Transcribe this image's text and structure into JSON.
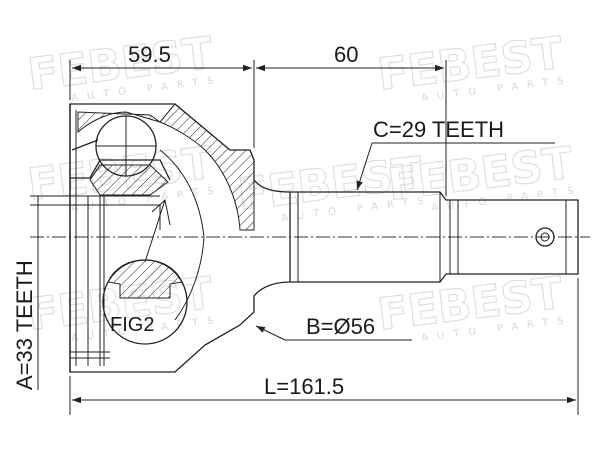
{
  "dimensions": {
    "housing_length": "59.5",
    "shaft_length": "60",
    "shaft_spline": "C=29 TEETH",
    "housing_spline": "A=33 TEETH",
    "seal_diameter": "B=Ø56",
    "total_length": "L=161.5"
  },
  "detail_label": "FIG2",
  "watermark": {
    "brand": "FEBEST",
    "tagline": "AUTO PARTS"
  },
  "colors": {
    "line": "#222222",
    "watermark": "#cfd6dc",
    "background": "#ffffff"
  }
}
